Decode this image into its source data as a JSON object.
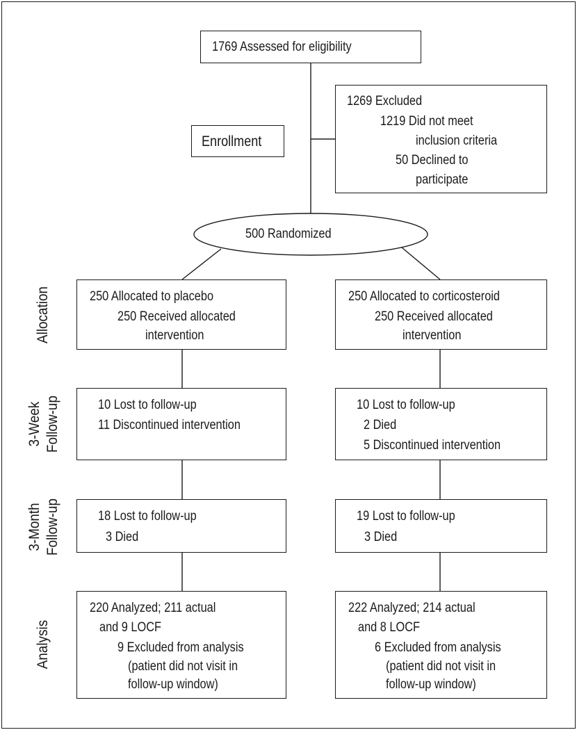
{
  "enrollment": {
    "label": "Enrollment",
    "assessed": "1769 Assessed for eligibility",
    "excluded": {
      "title": "1269 Excluded",
      "line1": "1219 Did not meet",
      "line2": "inclusion criteria",
      "line3": "50 Declined to",
      "line4": "participate"
    },
    "randomized": "500 Randomized"
  },
  "stage_labels": {
    "allocation": "Allocation",
    "week3_a": "3-Week",
    "week3_b": "Follow-up",
    "month3_a": "3-Month",
    "month3_b": "Follow-up",
    "analysis": "Analysis"
  },
  "placebo": {
    "allocation": {
      "title": "250 Allocated to placebo",
      "line1": "250 Received allocated",
      "line2": "intervention"
    },
    "week3": {
      "line1": "10 Lost to follow-up",
      "line2": "11 Discontinued intervention"
    },
    "month3": {
      "line1": "18 Lost to follow-up",
      "line2": "3 Died"
    },
    "analysis": {
      "line1": "220 Analyzed; 211 actual",
      "line2": "and 9 LOCF",
      "line3": "9 Excluded from analysis",
      "line4": "(patient did not visit in",
      "line5": "follow-up window)"
    }
  },
  "corticosteroid": {
    "allocation": {
      "title": "250 Allocated to corticosteroid",
      "line1": "250 Received allocated",
      "line2": "intervention"
    },
    "week3": {
      "line1": "10 Lost to follow-up",
      "line2": "2 Died",
      "line3": "5 Discontinued intervention"
    },
    "month3": {
      "line1": "19 Lost to follow-up",
      "line2": "3 Died"
    },
    "analysis": {
      "line1": "222 Analyzed; 214 actual",
      "line2": "and 8 LOCF",
      "line3": "6 Excluded from analysis",
      "line4": "(patient did not visit in",
      "line5": "follow-up window)"
    }
  }
}
